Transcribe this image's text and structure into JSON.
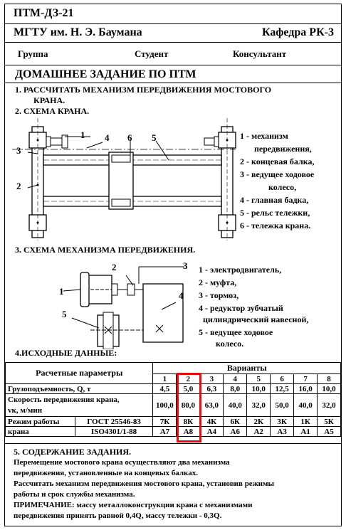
{
  "header": {
    "code": "ПТМ-ДЗ-21",
    "university": "МГТУ им. Н. Э. Баумана",
    "department": "Кафедра РК-3",
    "group_label": "Группа",
    "student_label": "Студент",
    "consultant_label": "Консультант"
  },
  "main_title": "ДОМАШНЕЕ ЗАДАНИЕ ПО ПТМ",
  "section1": {
    "line1": "1. РАССЧИТАТЬ  МЕХАНИЗМ  ПЕРЕДВИЖЕНИЯ  МОСТОВОГО",
    "line2": "КРАНА."
  },
  "section2": {
    "title": "2. СХЕМА КРАНА.",
    "callouts": [
      "1",
      "4",
      "6",
      "5",
      "3",
      "2"
    ],
    "legend": [
      "1 - механизм",
      "передвижения,",
      "2 - концевая балка,",
      "3 - ведущее ходовое",
      "колесо,",
      "4 - главная бадка,",
      "5 - рельс тележки,",
      "6 - тележка крана."
    ]
  },
  "section3": {
    "title": "3. СХЕМА МЕХАНИЗМА   ПЕРЕДВИЖЕНИЯ.",
    "callouts": [
      "2",
      "3",
      "1",
      "4",
      "5"
    ],
    "legend": [
      "1 - электродвигатель,",
      "2 - муфта,",
      "3 - тормоз,",
      "4 - редуктор зубчатый",
      "цилиндрический навесной,",
      "5 - ведущее ходовое",
      "колесо."
    ]
  },
  "section4": {
    "title": "4.ИСХОДНЫЕ ДАННЫЕ:",
    "params_header": "Расчетные параметры",
    "variants_header": "Варианты",
    "variants": [
      "1",
      "2",
      "3",
      "4",
      "5",
      "6",
      "7",
      "8"
    ],
    "capacity_label": "Грузоподъемность, Q, т",
    "capacity": [
      "4,5",
      "5,0",
      "6,3",
      "8,0",
      "10,0",
      "12,5",
      "16,0",
      "10,0"
    ],
    "speed_label_1": "Скорость передвижения крана,",
    "speed_label_2": "vк, м/мин",
    "speed": [
      "100,0",
      "80,0",
      "63,0",
      "40,0",
      "32,0",
      "50,0",
      "40,0",
      "32,0"
    ],
    "mode_label_1": "Режим работы",
    "mode_label_2": "крана",
    "gost_label": "ГОСТ 25546-83",
    "gost": [
      "7К",
      "8К",
      "4К",
      "6К",
      "2К",
      "3К",
      "1К",
      "5К"
    ],
    "iso_label": "ISO4301/1-88",
    "iso": [
      "А7",
      "А8",
      "А4",
      "А6",
      "А2",
      "А3",
      "А1",
      "А5"
    ],
    "highlight_color": "#e01010"
  },
  "section5": {
    "title": "5. СОДЕРЖАНИЕ ЗАДАНИЯ.",
    "lines": [
      "Перемещение мостового крана осуществляют два механизма",
      "передвижения, установленные на концевых балках.",
      "Рассчитать механизм передвижения  мостового крана, установив режимы",
      "работы и срок службы механизма.",
      "ПРИМЕЧАНИЕ:  массу металлоконструкции крана с механизмами",
      "передвижения принять равной 0,4Q, массу тележки - 0,3Q."
    ]
  }
}
